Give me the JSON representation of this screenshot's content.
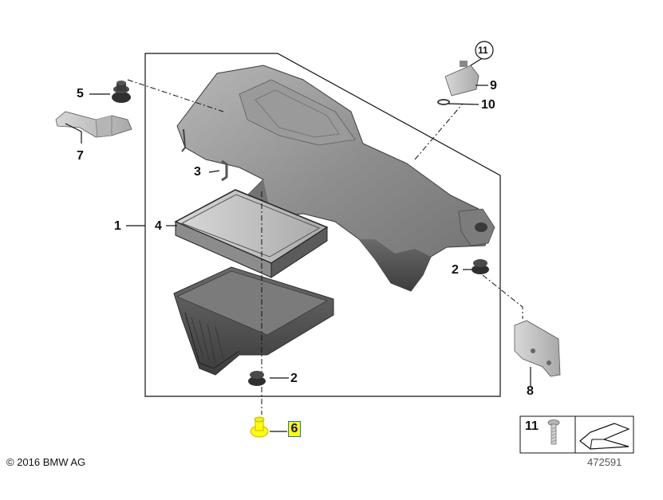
{
  "diagram": {
    "callouts": {
      "c1": "1",
      "c2a": "2",
      "c2b": "2",
      "c3": "3",
      "c4": "4",
      "c5": "5",
      "c6": "6",
      "c7": "7",
      "c8": "8",
      "c9": "9",
      "c10": "10",
      "c11": "11",
      "legend_11": "11"
    },
    "copyright": "© 2016 BMW AG",
    "diagram_number": "472591",
    "colors": {
      "part_fill": "#8a8a8a",
      "part_dark": "#5d5d5d",
      "highlight": "#ffff00",
      "highlight_border": "#1a6fd0",
      "lines": "#111111"
    }
  }
}
